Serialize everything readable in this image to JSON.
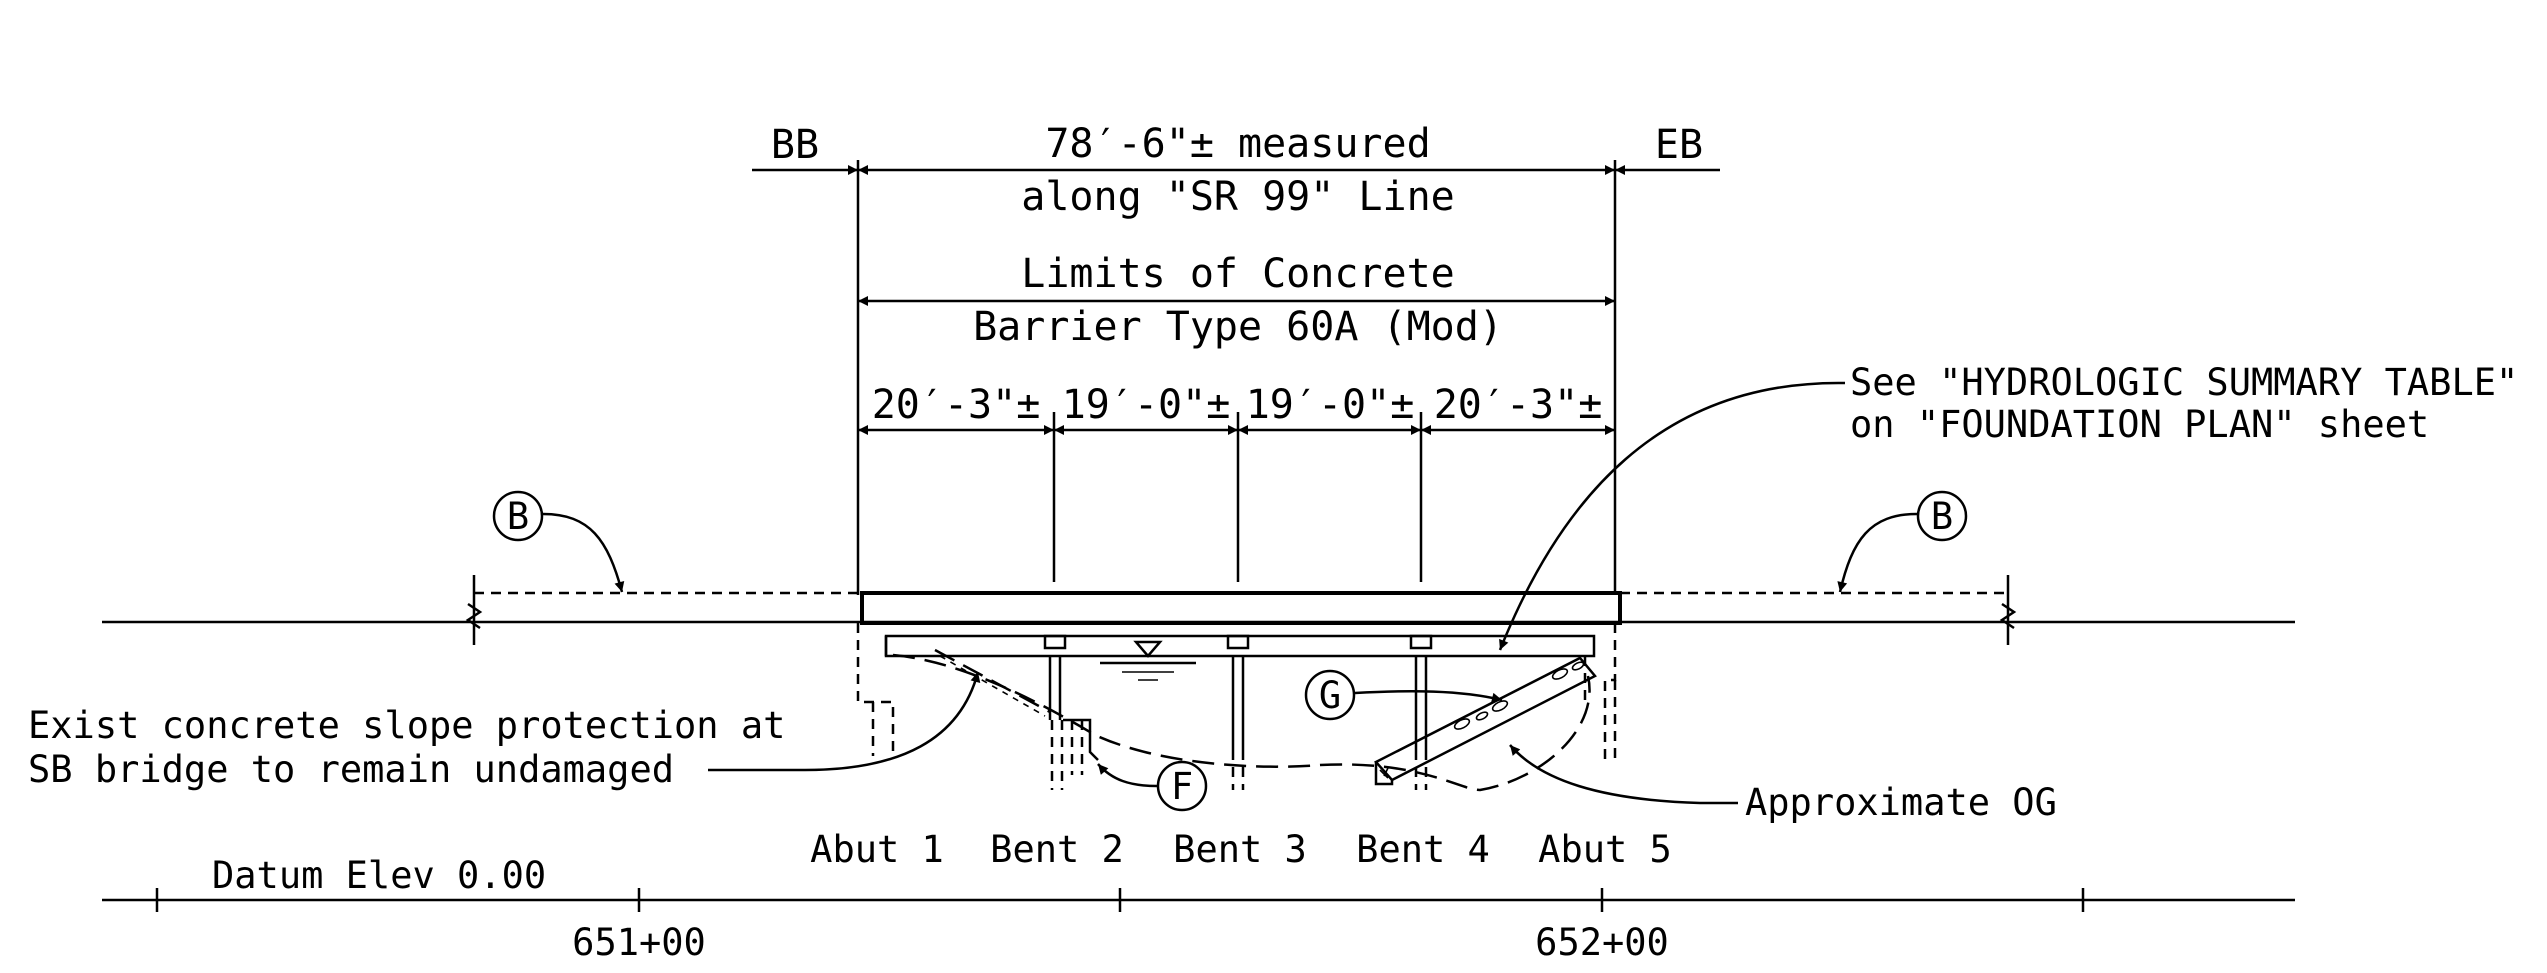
{
  "dimensions": {
    "bb": "BB",
    "eb": "EB",
    "overall_line1": "78′-6\"± measured",
    "overall_line2": "along \"SR 99\" Line",
    "limits_line1": "Limits of Concrete",
    "limits_line2": "Barrier Type 60A (Mod)",
    "spans": [
      "20′-3\"±",
      "19′-0\"±",
      "19′-0\"±",
      "20′-3\"±"
    ]
  },
  "callouts": {
    "hydro_line1": "See \"HYDROLOGIC SUMMARY TABLE\"",
    "hydro_line2": "on \"FOUNDATION PLAN\" sheet",
    "slope_line1": "Exist concrete slope protection at",
    "slope_line2": "SB bridge to remain undamaged",
    "approx_og": "Approximate OG"
  },
  "markers": {
    "b_left": "B",
    "b_right": "B",
    "g": "G",
    "f": "F"
  },
  "supports": [
    "Abut 1",
    "Bent 2",
    "Bent 3",
    "Bent 4",
    "Abut 5"
  ],
  "datum": "Datum Elev 0.00",
  "stations": [
    "651+00",
    "652+00"
  ]
}
